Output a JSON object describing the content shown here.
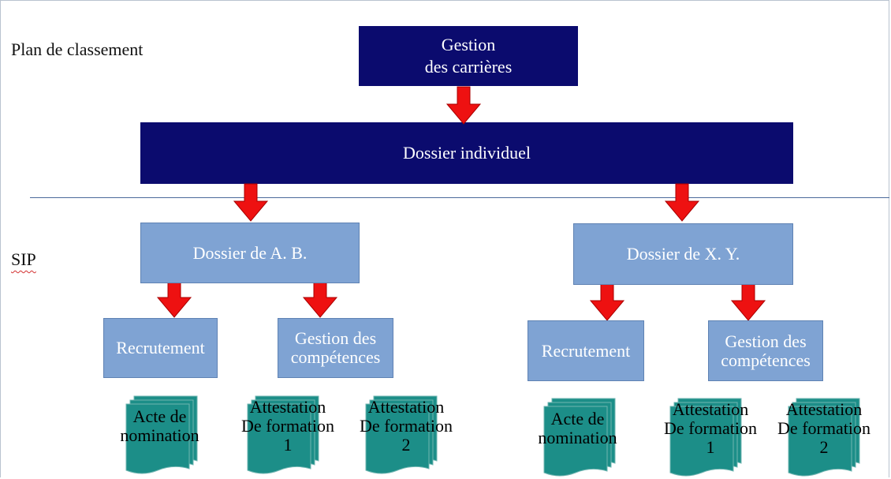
{
  "labels": {
    "plan": "Plan de classement",
    "sip": "SIP"
  },
  "top": {
    "line1": "Gestion",
    "line2": "des carrières"
  },
  "individual": "Dossier individuel",
  "dossiers": [
    {
      "title": "Dossier de A. B.",
      "recrutement": "Recrutement",
      "gestion_line1": "Gestion des",
      "gestion_line2": "compétences",
      "docs": [
        {
          "line1": "Acte de",
          "line2": "nomination"
        },
        {
          "line1": "Attestation",
          "line2": "De formation",
          "line3": "1"
        },
        {
          "line1": "Attestation",
          "line2": "De formation",
          "line3": "2"
        }
      ]
    },
    {
      "title": "Dossier de X. Y.",
      "recrutement": "Recrutement",
      "gestion_line1": "Gestion des",
      "gestion_line2": "compétences",
      "docs": [
        {
          "line1": "Acte de",
          "line2": "nomination"
        },
        {
          "line1": "Attestation",
          "line2": "De formation",
          "line3": "1"
        },
        {
          "line1": "Attestation",
          "line2": "De formation",
          "line3": "2"
        }
      ]
    }
  ],
  "colors": {
    "dark_box": "#0b0b6e",
    "light_box": "#7fa3d3",
    "arrow": "#ee1111",
    "document": "#1c8e88"
  }
}
